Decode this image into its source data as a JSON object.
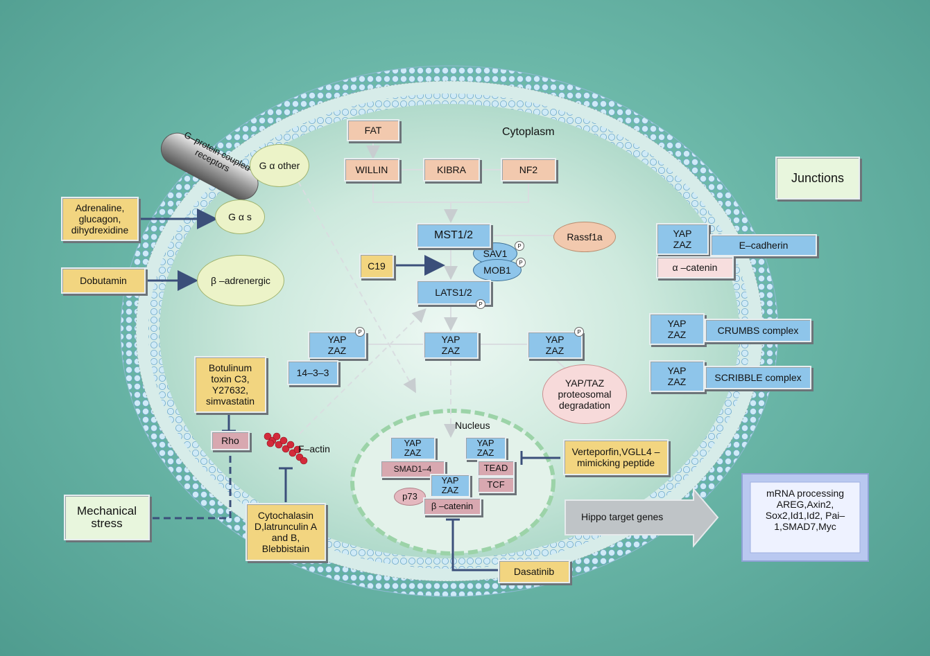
{
  "labels": {
    "cytoplasm": "Cytoplasm",
    "nucleus": "Nucleus",
    "junctions": "Junctions",
    "f_actin": "F–actin",
    "mechanical_stress": "Mechanical stress",
    "gpcr": "G–protein coupled receptors",
    "g_alpha_other": "G α other",
    "g_alpha_s": "G α s",
    "adrenaline": "Adrenaline, glucagon, dihydrexidine",
    "dobutamin": "Dobutamin",
    "beta_adrenergic": "β –adrenergic",
    "botulinum": "Botulinum toxin C3, Y27632, simvastatin",
    "rho": "Rho",
    "cytochalasin": "Cytochalasin D,latrunculin A and B, Blebbistain",
    "fat": "FAT",
    "willin": "WILLIN",
    "kibra": "KIBRA",
    "nf2": "NF2",
    "mst": "MST1/2",
    "rassf1a": "Rassf1a",
    "sav1": "SAV1",
    "mob1": "MOB1",
    "c19": "C19",
    "lats": "LATS1/2",
    "p": "P",
    "yap": "YAP",
    "zaz": "ZAZ",
    "p1433": "14–3–3",
    "yaptaz_deg": "YAP/TAZ proteosomal degradation",
    "e_cadherin": "E–cadherin",
    "a_catenin": "α –catenin",
    "crumbs": "CRUMBS complex",
    "scribble": "SCRIBBLE complex",
    "smad": "SMAD1–4",
    "p73": "p73",
    "b_catenin": "β –catenin",
    "tead": "TEAD",
    "tcf": "TCF",
    "verteporfin": "Verteporfin,VGLL4 –mimicking peptide",
    "dasatinib": "Dasatinib",
    "hippo_genes": "Hippo target genes",
    "mrna": "mRNA processing AREG,Axin2, Sox2,Id1,Id2, Pai–1,SMAD7,Myc"
  }
}
